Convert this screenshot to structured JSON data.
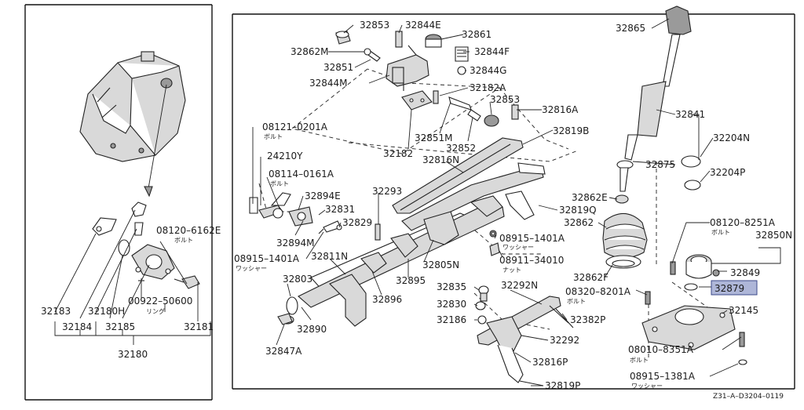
{
  "left_panel": {
    "labels": {
      "p32183": "32183",
      "p32184": "32184",
      "p32180h": "32180H",
      "p32185": "32185",
      "p08120_6162e": "08120–6162E",
      "bolt_jp_1": "ボルト",
      "p00922_50600": "00922–50600",
      "ring_jp": "リング",
      "p32181": "32181",
      "p32180": "32180"
    }
  },
  "main_panel": {
    "labels": {
      "p32853_top": "32853",
      "p32844e": "32844E",
      "p32861": "32861",
      "p32862m": "32862M",
      "p32844f": "32844F",
      "p32851": "32851",
      "p32844g": "32844G",
      "p32844m": "32844M",
      "p32182a": "32182A",
      "p32853_mid": "32853",
      "p32816a": "32816A",
      "p32851m": "32851M",
      "p32852": "32852",
      "p32182": "32182",
      "p32819b": "32819B",
      "p32816n": "32816N",
      "p08121_0201a": "08121–0201A",
      "bolt_jp_2": "ボルト",
      "p24210y": "24210Y",
      "p08114_0161a": "08114–0161A",
      "bolt_jp_3": "ボルト",
      "p32894e": "32894E",
      "p32293": "32293",
      "p32831": "32831",
      "p32829": "32829",
      "p32894m": "32894M",
      "p08915_1401a_left": "08915–1401A",
      "washer_jp_1": "ワッシャー",
      "p32811n": "32811N",
      "p32803": "32803",
      "p32895": "32895",
      "p32805n": "32805N",
      "p32896": "32896",
      "p32890": "32890",
      "p32847a": "32847A",
      "p32819q": "32819Q",
      "p08915_1401a_mid": "08915–1401A",
      "washer_jp_2": "ワッシャー",
      "p08911_34010": "08911–34010",
      "nut_jp": "ナット",
      "p32835": "32835",
      "p32292n": "32292N",
      "p32830": "32830",
      "p32186": "32186",
      "p32382p": "32382P",
      "p32292": "32292",
      "p32816p": "32816P",
      "p32819p": "32819P"
    }
  },
  "shifter": {
    "labels": {
      "p32865": "32865",
      "p32841": "32841",
      "p32204n": "32204N",
      "p32875": "32875",
      "p32204p": "32204P",
      "p32862e": "32862E",
      "p32862": "32862",
      "p08120_8251a": "08120–8251A",
      "bolt_jp_4": "ボルト",
      "p32850n": "32850N",
      "p32849": "32849",
      "p32879": "32879",
      "p32862f": "32862F",
      "p08320_8201a": "08320–8201A",
      "bolt_jp_5": "ボルト",
      "p32145": "32145",
      "p08010_8351a": "08010–8351A",
      "bolt_jp_6": "ボルト",
      "p08915_1381a": "08915–1381A",
      "washer_jp_3": "ワッシャー"
    },
    "highlight_color": "#aeb6d8"
  },
  "footer": {
    "diagram_code": "Z31–A–D3204–0119"
  }
}
